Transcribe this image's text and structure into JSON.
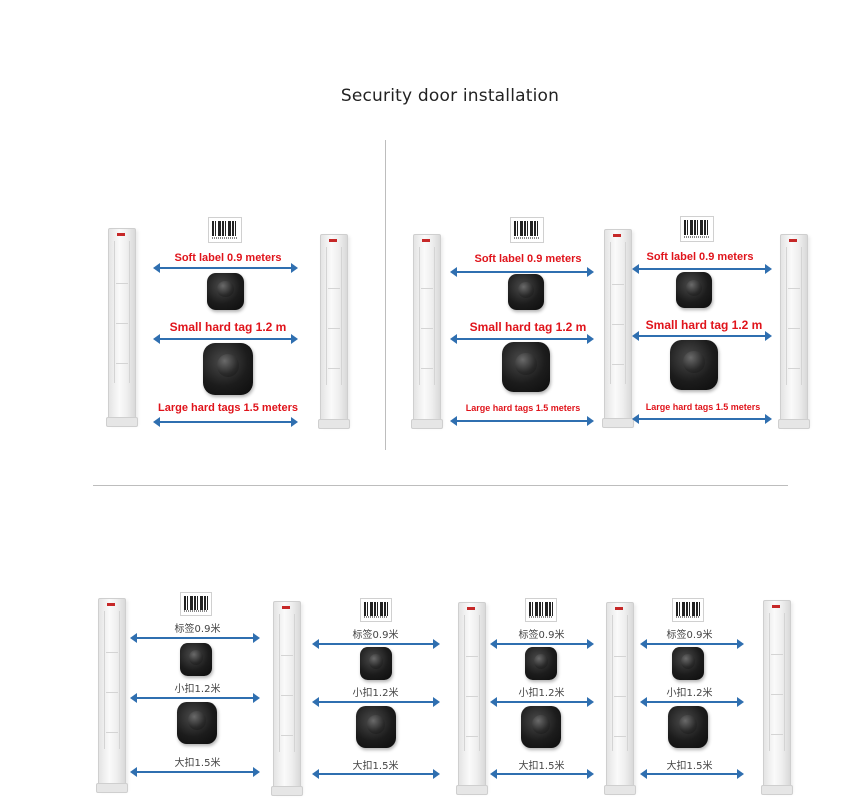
{
  "title": "Security door installation",
  "labels": {
    "soft": "Soft label 0.9 meters",
    "small": "Small hard tag 1.2 m",
    "large": "Large hard tags 1.5 meters",
    "soft_cn": "标签0.9米",
    "small_cn": "小扣1.2米",
    "large_cn": "大扣1.5米"
  },
  "colors": {
    "label_red": "#e0141b",
    "arrow_blue": "#2f6fb0"
  }
}
